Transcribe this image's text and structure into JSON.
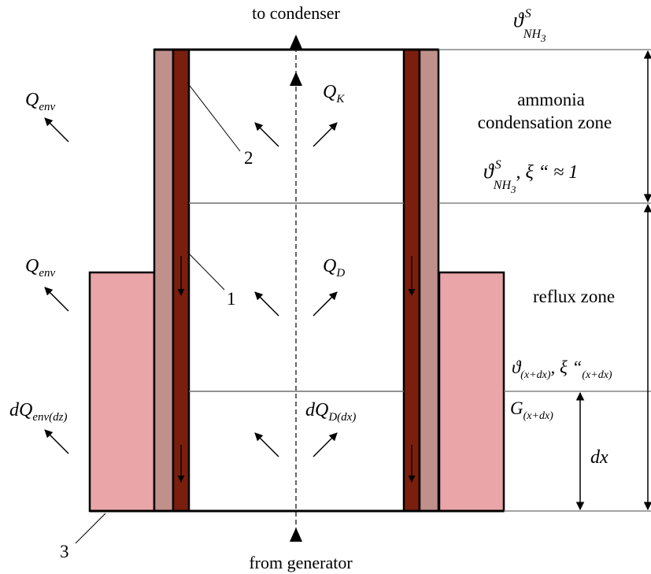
{
  "labels": {
    "to_condenser": "to condenser",
    "from_generator": "from generator",
    "q_env": "Q",
    "q_env_sub": "env",
    "q_env_2": "Q",
    "q_env_2_sub": "env",
    "dq_env": "dQ",
    "dq_env_sub": "env(dz)",
    "q_k": "Q",
    "q_k_sub": "K",
    "q_d": "Q",
    "q_d_sub": "D",
    "dq_d": "dQ",
    "dq_d_sub": "D(dx)",
    "theta_top": "ϑ",
    "theta_top_sup": "S",
    "theta_top_sub": "NH",
    "theta_top_sub2": "3",
    "condensation_zone_line1": "ammonia",
    "condensation_zone_line2": "condensation zone",
    "theta_mid": "ϑ",
    "theta_mid_sup": "S",
    "theta_mid_sub": "NH",
    "theta_mid_sub2": "3",
    "theta_mid_rest": ", ξ “ ≈ 1",
    "reflux_zone": "reflux zone",
    "theta_x": "ϑ",
    "theta_x_sub": "(x+dx)",
    "xi_x": ", ξ “",
    "xi_x_sub": "(x+dx)",
    "g_x": "G",
    "g_x_sub": "(x+dx)",
    "dx": "dx",
    "num_1": "1",
    "num_2": "2",
    "num_3": "3"
  },
  "colors": {
    "outer_wall": "#c0908a",
    "inner_wall": "#7a1e0e",
    "jacket": "#eaa5a8",
    "line": "#000000",
    "divider": "#6e6e6e"
  }
}
